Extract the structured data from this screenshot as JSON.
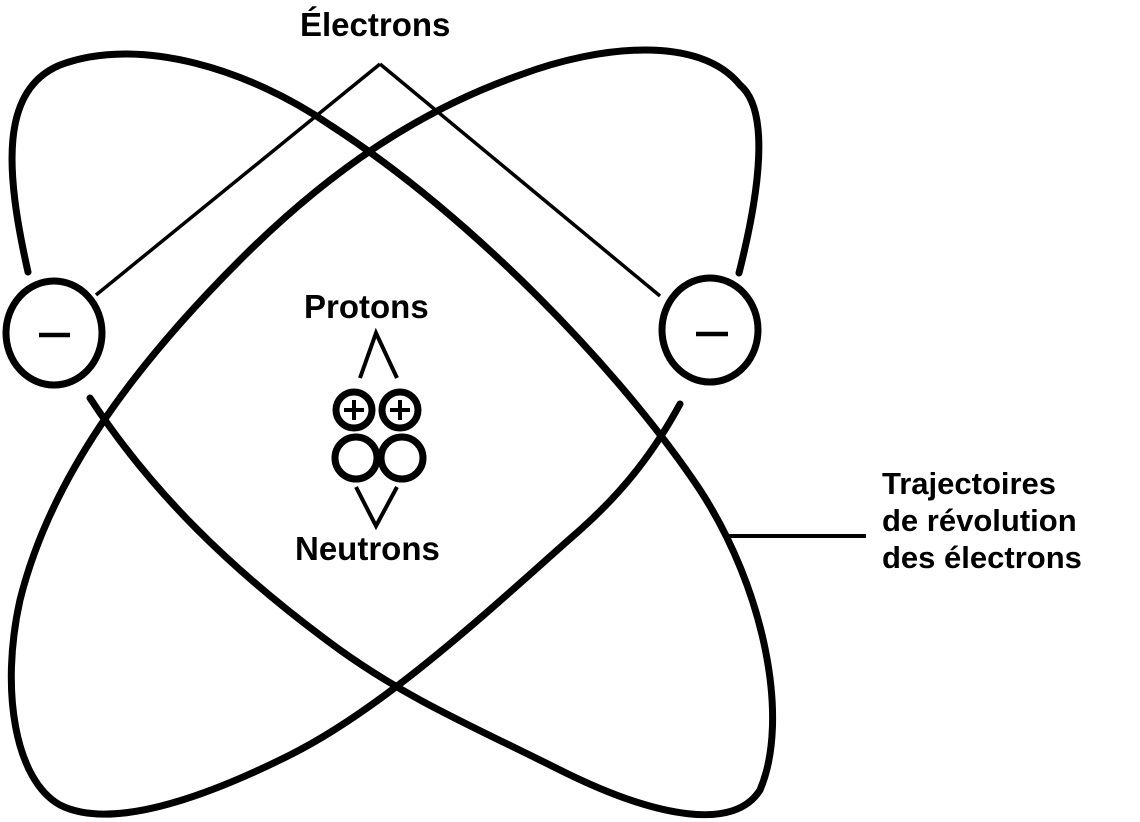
{
  "title": "Atom model",
  "labels": {
    "electrons": "Électrons",
    "protons": "Protons",
    "neutrons": "Neutrons",
    "trajectories": [
      "Trajectoires",
      "de révolution",
      "des électrons"
    ]
  },
  "particles": {
    "electron_symbol": "−",
    "proton_symbol": "+",
    "electron_count": 2,
    "proton_count": 2,
    "neutron_count": 2
  },
  "colors": {
    "ink": "#000000",
    "background": "#ffffff"
  }
}
